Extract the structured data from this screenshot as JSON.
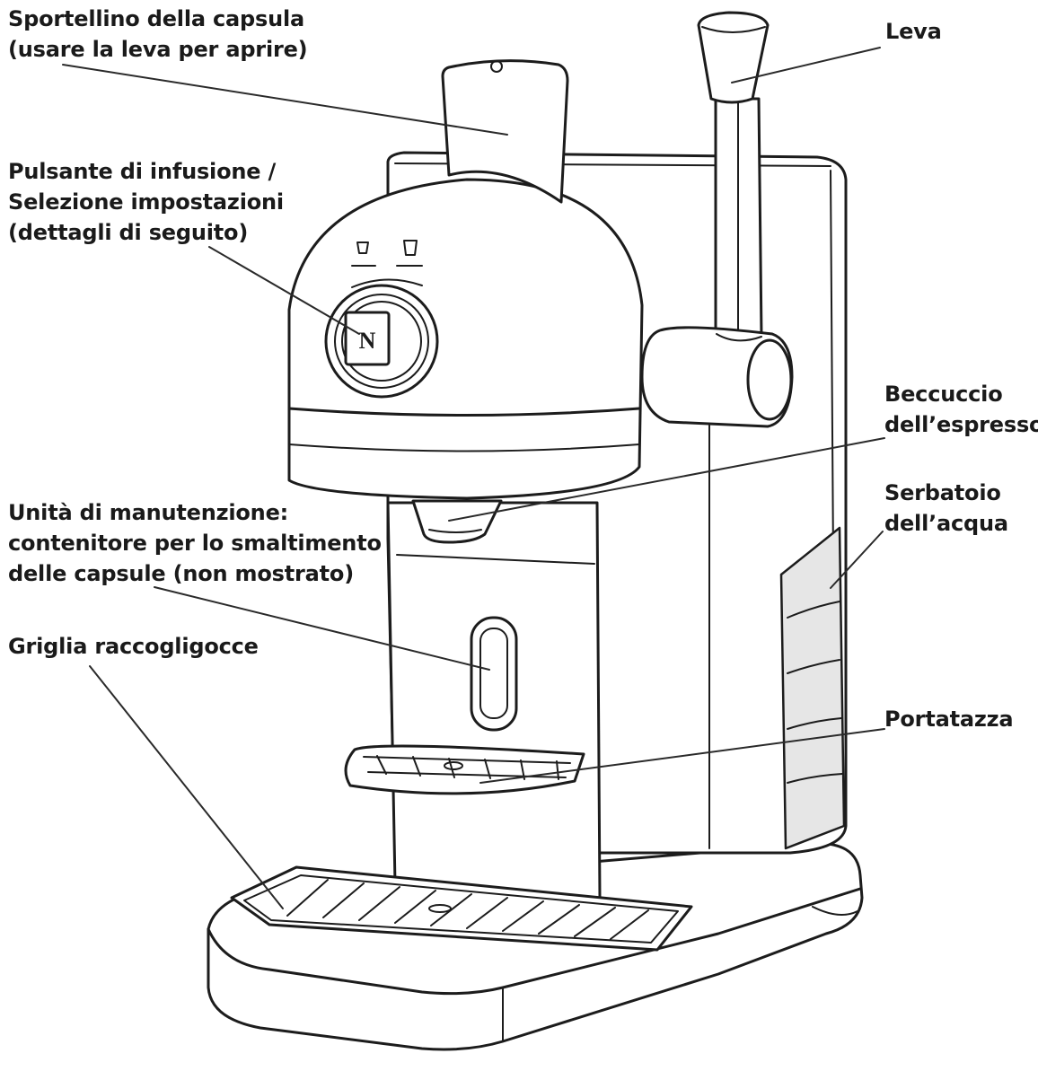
{
  "labels": {
    "capsule_door": [
      "Sportellino della capsula",
      "(usare la leva per aprire)"
    ],
    "lever": [
      "Leva"
    ],
    "brew_button": [
      "Pulsante di infusione /",
      "Selezione impostazioni",
      "(dettagli di seguito)"
    ],
    "espresso_spout": [
      "Beccuccio",
      "dell’espresso"
    ],
    "water_tank": [
      "Serbatoio",
      "dell’acqua"
    ],
    "maintenance_unit": [
      "Unità di manutenzione:",
      "contenitore per lo smaltimento",
      "delle capsule (non mostrato)"
    ],
    "drip_grid": [
      "Griglia raccogligocce"
    ],
    "cup_holder": [
      "Portatazza"
    ]
  },
  "badge": {
    "logo_letter": "N"
  }
}
